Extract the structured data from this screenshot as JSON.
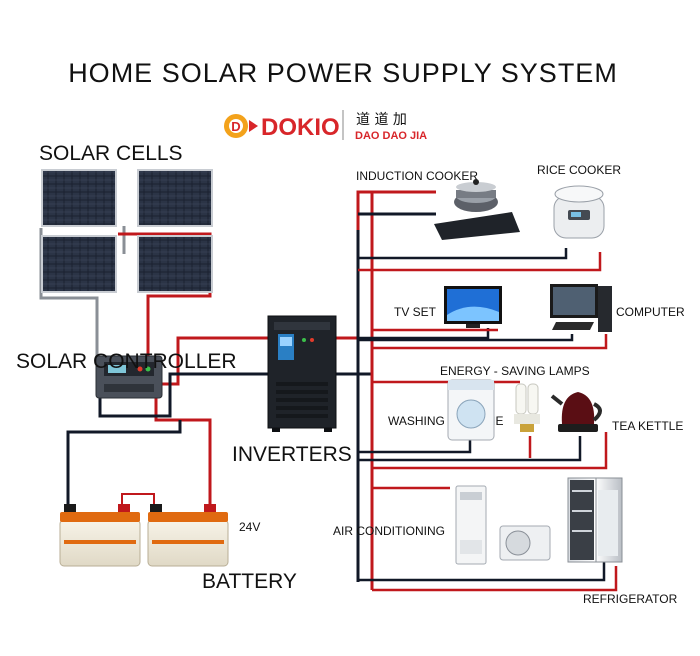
{
  "title": "HOME SOLAR POWER SUPPLY SYSTEM",
  "brand": {
    "logo_text": "DOKIO",
    "chinese": "道 道 加",
    "pinyin": "DAO DAO JIA",
    "colors": {
      "red": "#d8262a",
      "orange": "#f3a21b"
    }
  },
  "labels": {
    "solar_cells": "SOLAR CELLS",
    "solar_controller": "SOLAR CONTROLLER",
    "inverters": "INVERTERS",
    "battery": "BATTERY",
    "voltage": "24V"
  },
  "appliances": {
    "induction_cooker": "INDUCTION COOKER",
    "rice_cooker": "RICE COOKER",
    "tv_set": "TV SET",
    "computer": "COMPUTER",
    "lamps": "ENERGY - SAVING LAMPS",
    "washing_machine": "WASHING MACHINE",
    "tea_kettle": "TEA KETTLE",
    "air_conditioning": "AIR CONDITIONING",
    "refrigerator": "REFRIGERATOR"
  },
  "wire_colors": {
    "positive": "#c0181c",
    "negative": "#111827",
    "ground": "#8a8f96"
  }
}
